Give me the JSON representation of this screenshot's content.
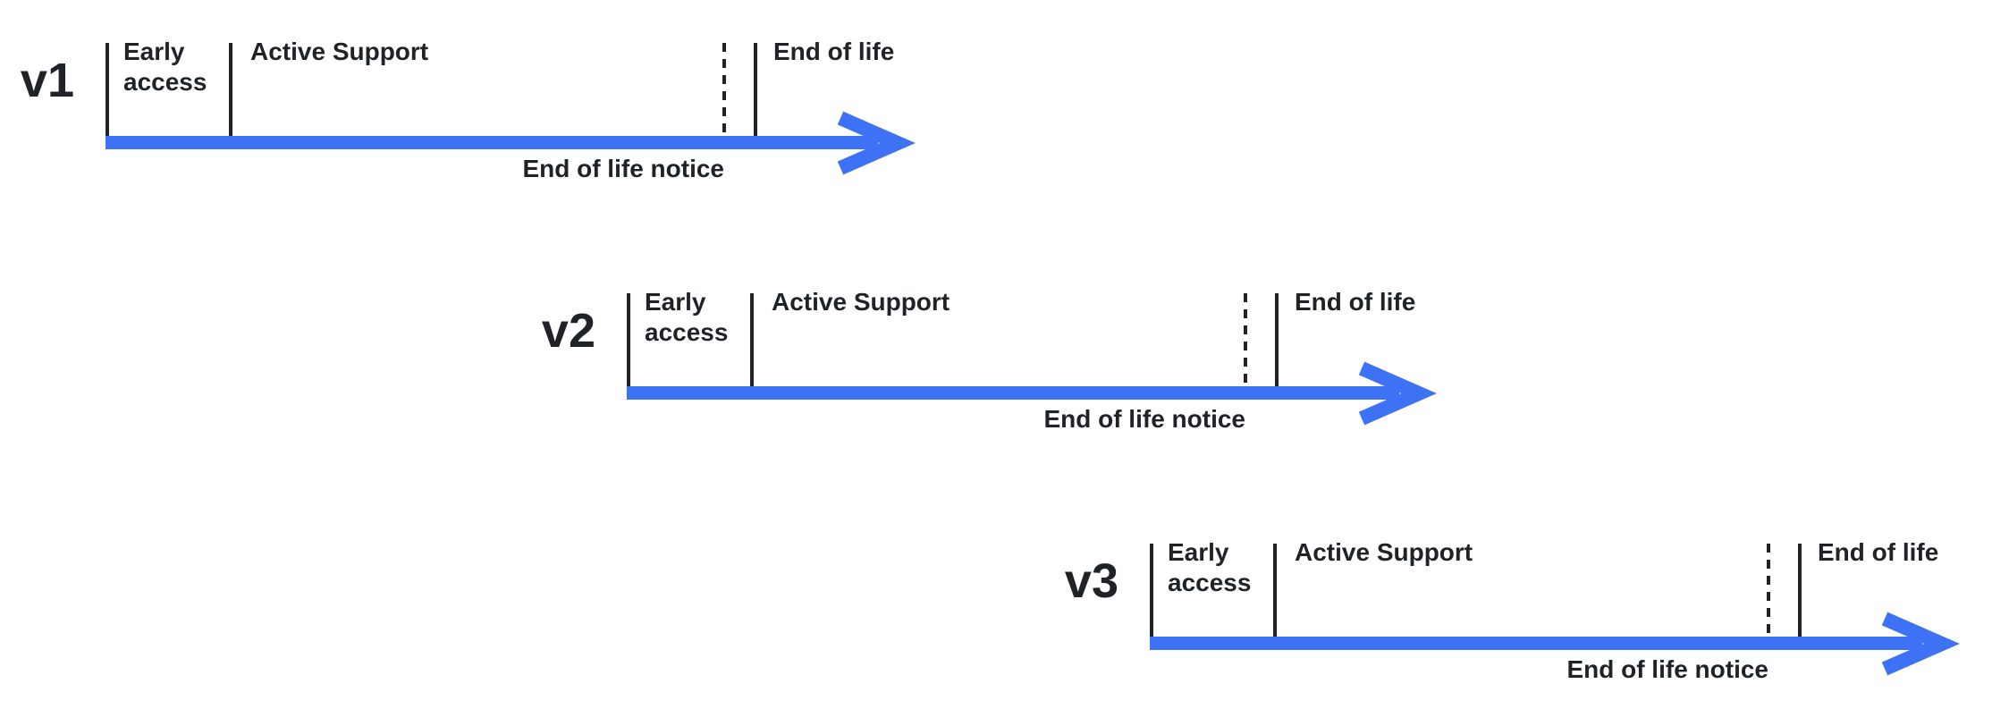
{
  "colors": {
    "accent": "#3D72F4",
    "ink": "#1F2328"
  },
  "timelines": [
    {
      "version": "v1",
      "phases": {
        "early_access": "Early access",
        "active_support": "Active Support",
        "end_of_life": "End of life"
      },
      "annotation": {
        "end_of_life_notice": "End of life notice"
      }
    },
    {
      "version": "v2",
      "phases": {
        "early_access": "Early access",
        "active_support": "Active Support",
        "end_of_life": "End of life"
      },
      "annotation": {
        "end_of_life_notice": "End of life notice"
      }
    },
    {
      "version": "v3",
      "phases": {
        "early_access": "Early access",
        "active_support": "Active Support",
        "end_of_life": "End of life"
      },
      "annotation": {
        "end_of_life_notice": "End of life notice"
      }
    }
  ]
}
